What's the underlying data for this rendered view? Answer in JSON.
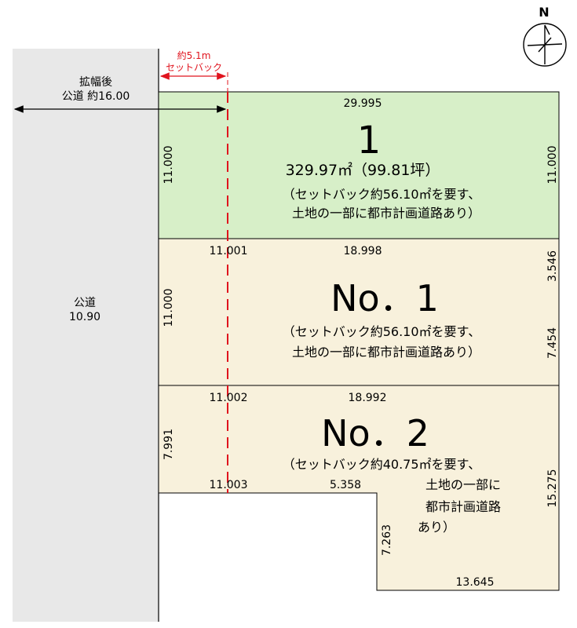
{
  "road_west": {
    "label": "公道",
    "width": "10.90",
    "widened_label": "拡幅後",
    "widened_width": "公道 約16.00"
  },
  "setback": {
    "distance": "約5.1m",
    "label": "セットバック",
    "line_color": "#e0141e"
  },
  "compass": {
    "north": "N"
  },
  "lots": [
    {
      "id": "1",
      "area": "329.97㎡（99.81坪）",
      "note_line1": "（セットバック約56.10㎡を要す、",
      "note_line2": "土地の一部に都市計画道路あり）",
      "fill": "#d7efc8",
      "dims": {
        "north": "29.995",
        "west": "11.000",
        "east": "11.000"
      }
    },
    {
      "id": "No．1",
      "note_line1": "（セットバック約56.10㎡を要す、",
      "note_line2": "土地の一部に都市計画道路あり）",
      "fill": "#f8f1dc",
      "dims": {
        "north_a": "11.001",
        "north_b": "18.998",
        "west": "11.000",
        "east_a": "3.546",
        "east_b": "7.454"
      }
    },
    {
      "id": "No．2",
      "note_line1": "（セットバック約40.75㎡を要す、",
      "note_line2": "土地の一部に",
      "note_line3": "都市計画道路",
      "note_line4": "あり）",
      "fill": "#f8f1dc",
      "dims": {
        "north_a": "11.002",
        "north_b": "18.992",
        "west": "7.991",
        "south_a": "11.003",
        "south_b": "5.358",
        "inner": "7.263",
        "east": "15.275",
        "south_c": "13.645"
      }
    }
  ]
}
